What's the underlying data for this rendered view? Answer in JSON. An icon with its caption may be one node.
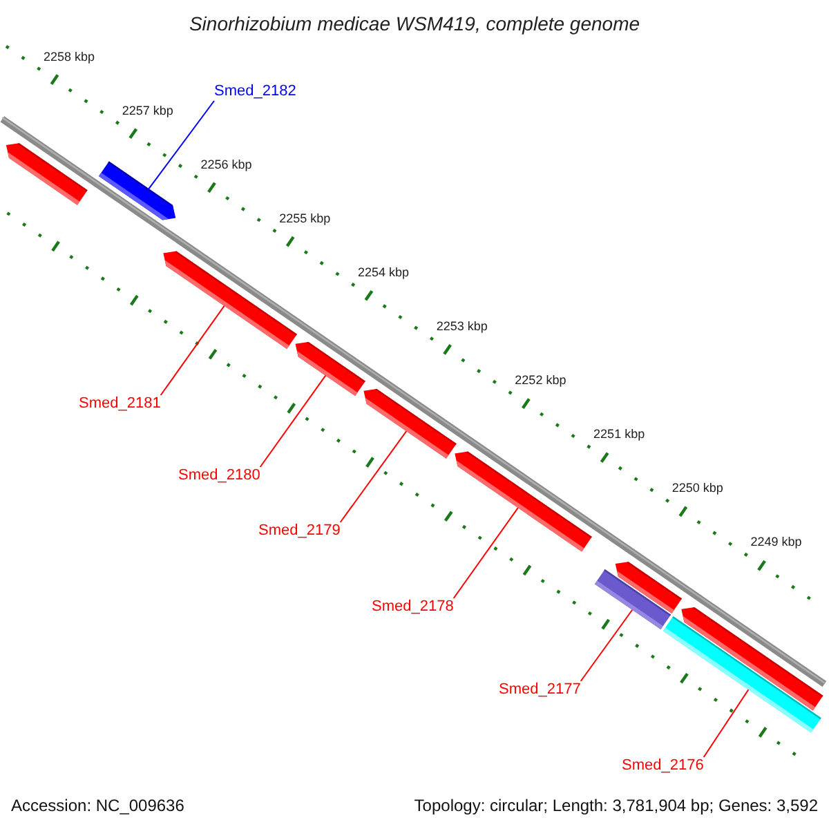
{
  "diagram": {
    "title": "Sinorhizobium medicae WSM419, complete genome",
    "nodes": [
      {
        "text": [
          "Smed_2182"
        ]
      },
      {
        "text": [],
        "shape": "arrow"
      },
      {
        "text": [],
        "shape": "arrow"
      },
      {
        "text": [],
        "shape": "arrow"
      },
      {
        "text": [
          "Smed_2181"
        ]
      },
      {
        "text": [],
        "shape": "arrow"
      },
      {
        "text": [
          "Smed_2180"
        ]
      },
      {
        "text": [],
        "shape": "arrow"
      },
      {
        "text": [
          "Smed_2179"
        ]
      },
      {
        "text": [],
        "shape": "arrow"
      },
      {
        "text": [
          "Smed_2178"
        ]
      },
      {
        "text": [],
        "shape": "arrow"
      },
      {
        "text": [],
        "shape": "arrow"
      },
      {
        "text": [],
        "shape": "bar"
      },
      {
        "text": [
          "Smed_2177"
        ]
      },
      {
        "text": [],
        "shape": "bar"
      },
      {
        "text": [
          "Smed_2176"
        ]
      }
    ],
    "edges": [
      {
        "from": 0,
        "to": 1,
        "arrow": "none",
        "color": "#0000ff"
      },
      {
        "from": 4,
        "to": 3,
        "arrow": "none"
      },
      {
        "from": 6,
        "to": 5,
        "arrow": "none"
      },
      {
        "from": 8,
        "to": 7,
        "arrow": "none"
      },
      {
        "from": 10,
        "to": 9,
        "arrow": "none"
      },
      {
        "from": 14,
        "to": 13,
        "arrow": "none"
      },
      {
        "from": 16,
        "to": 15,
        "arrow": "none"
      }
    ],
    "labels": [
      "2258 kbp",
      "2257 kbp",
      "2256 kbp",
      "2255 kbp",
      "2254 kbp",
      "2253 kbp",
      "2252 kbp",
      "2251 kbp",
      "2250 kbp",
      "2249 kbp",
      "Accession: NC_009636",
      "Topology: circular; Length: 3,781,904 bp; Genes: 3,592"
    ]
  }
}
